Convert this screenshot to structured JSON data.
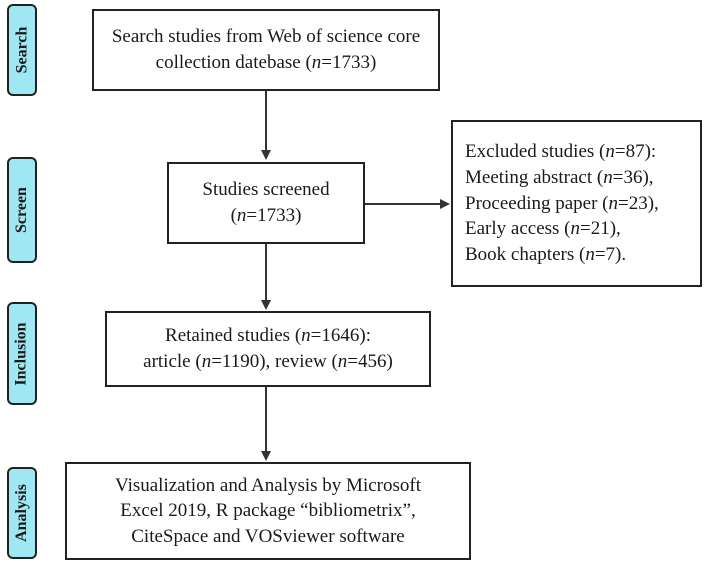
{
  "stages": {
    "search": "Search",
    "screen": "Screen",
    "inclusion": "Inclusion",
    "analysis": "Analysis"
  },
  "boxes": {
    "search": {
      "line1": "Search studies from Web of science core",
      "line2_pre": "collection datebase (",
      "line2_var": "n",
      "line2_post": "=1733)"
    },
    "screened": {
      "line1": "Studies screened",
      "line2_pre": "(",
      "line2_var": "n",
      "line2_post": "=1733)"
    },
    "excluded": {
      "lines": [
        {
          "pre": "Excluded studies (",
          "var": "n",
          "post": "=87):"
        },
        {
          "pre": "Meeting abstract (",
          "var": "n",
          "post": "=36),"
        },
        {
          "pre": "Proceeding paper (",
          "var": "n",
          "post": "=23),"
        },
        {
          "pre": "Early access (",
          "var": "n",
          "post": "=21),"
        },
        {
          "pre": "Book chapters (",
          "var": "n",
          "post": "=7)."
        }
      ]
    },
    "retained": {
      "line1_pre": "Retained studies (",
      "line1_var": "n",
      "line1_post": "=1646):",
      "line2_pre": "article (",
      "line2_var": "n",
      "line2_mid": "=1190), review (",
      "line2_var2": "n",
      "line2_post": "=456)"
    },
    "analysis": {
      "line1": "Visualization and Analysis by Microsoft",
      "line2": "Excel 2019, R package “bibliometrix”,",
      "line3": "CiteSpace and VOSviewer software"
    }
  },
  "colors": {
    "stage_fill": "#9fe7f2",
    "border": "#222222",
    "arrow": "#333333"
  }
}
